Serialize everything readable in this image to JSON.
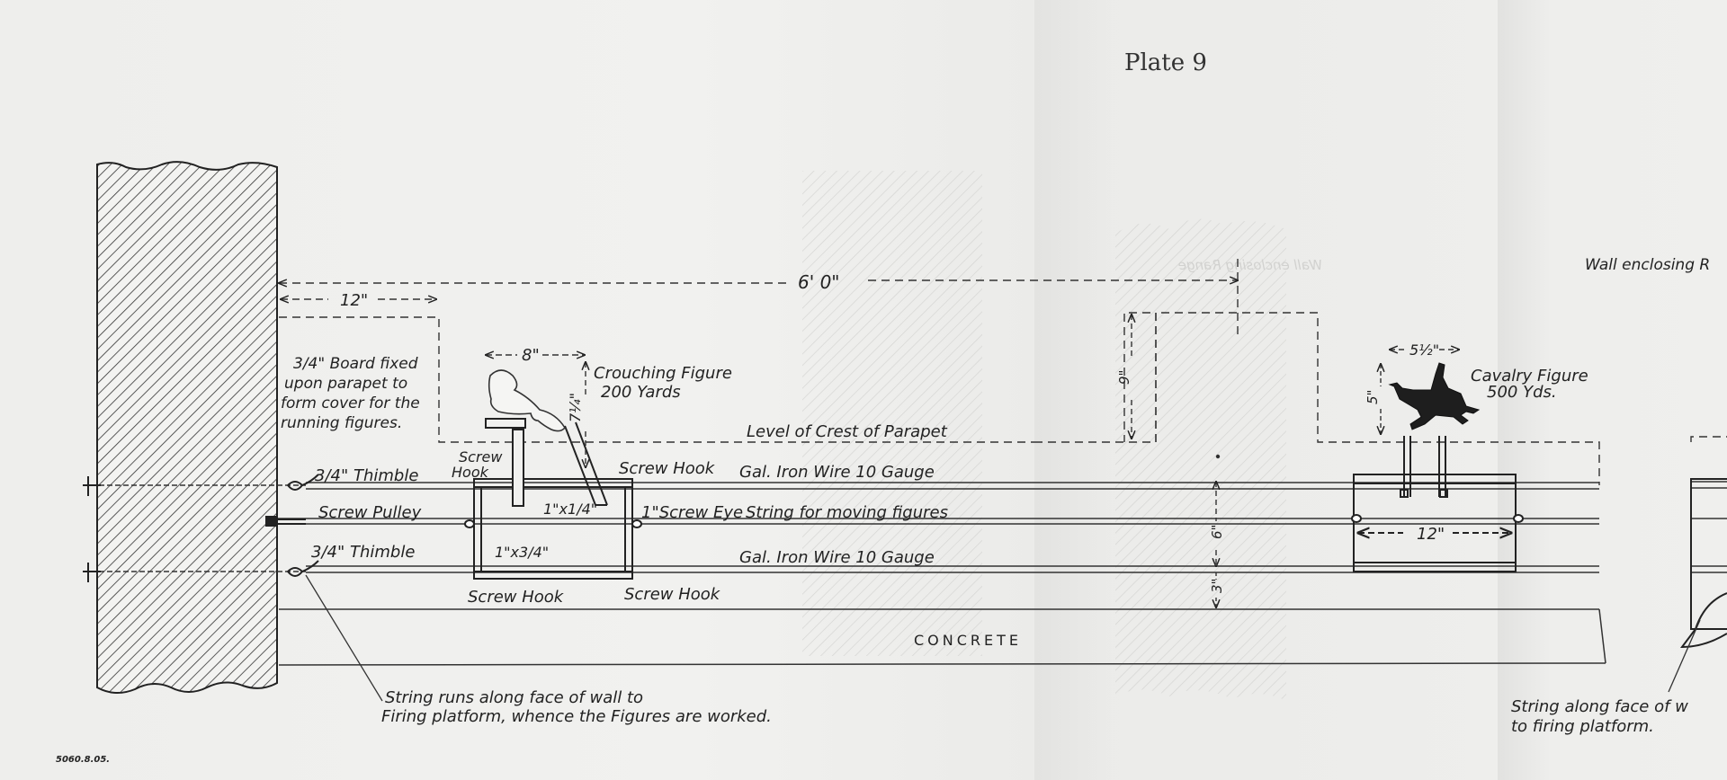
{
  "plate_title": "Plate 9",
  "print_code": "5060.8.05.",
  "labels": {
    "six_feet": "6' 0\"",
    "twelve_left": "12\"",
    "board_note": [
      "3/4\" Board fixed",
      "upon parapet to",
      "form cover for the",
      "running figures."
    ],
    "eight_in": "8\"",
    "seven_quarter": "7¼\"",
    "crouching_1": "Crouching Figure",
    "crouching_2": "200 Yards",
    "level_crest": "Level of Crest of Parapet",
    "screw_hook_top1": "Screw",
    "screw_hook_top2": "Hook",
    "screw_hook_top_right": "Screw Hook",
    "thimble_top": "3/4\" Thimble",
    "gal_wire_top": "Gal. Iron Wire 10 Gauge",
    "screw_pulley": "Screw Pulley",
    "one_by_quarter": "1\"x1/4\"",
    "screw_eye": "1\"Screw Eye",
    "string_moving": "String for moving figures",
    "thimble_bottom": "3/4\" Thimble",
    "one_by_three_q": "1\"x3/4\"",
    "gal_wire_bottom": "Gal. Iron Wire 10 Gauge",
    "screw_hook_bl": "Screw Hook",
    "screw_hook_br": "Screw Hook",
    "concrete": "CONCRETE",
    "string_runs_1": "String runs along face of wall to",
    "string_runs_2": "Firing platform, whence the Figures are worked.",
    "nine_in": "9\"",
    "six_in": "6\"",
    "three_in": "3\"",
    "five_half": "5½\"",
    "five_in": "5\"",
    "cavalry_1": "Cavalry Figure",
    "cavalry_2": "500 Yds.",
    "twelve_right": "12\"",
    "wall_enclosing": "Wall enclosing R",
    "string_along_1": "String along face of w",
    "string_along_2": "to firing platform."
  },
  "colors": {
    "ink": "#222222",
    "paper": "#eeeeec",
    "ghost": "#c9c9c7"
  }
}
